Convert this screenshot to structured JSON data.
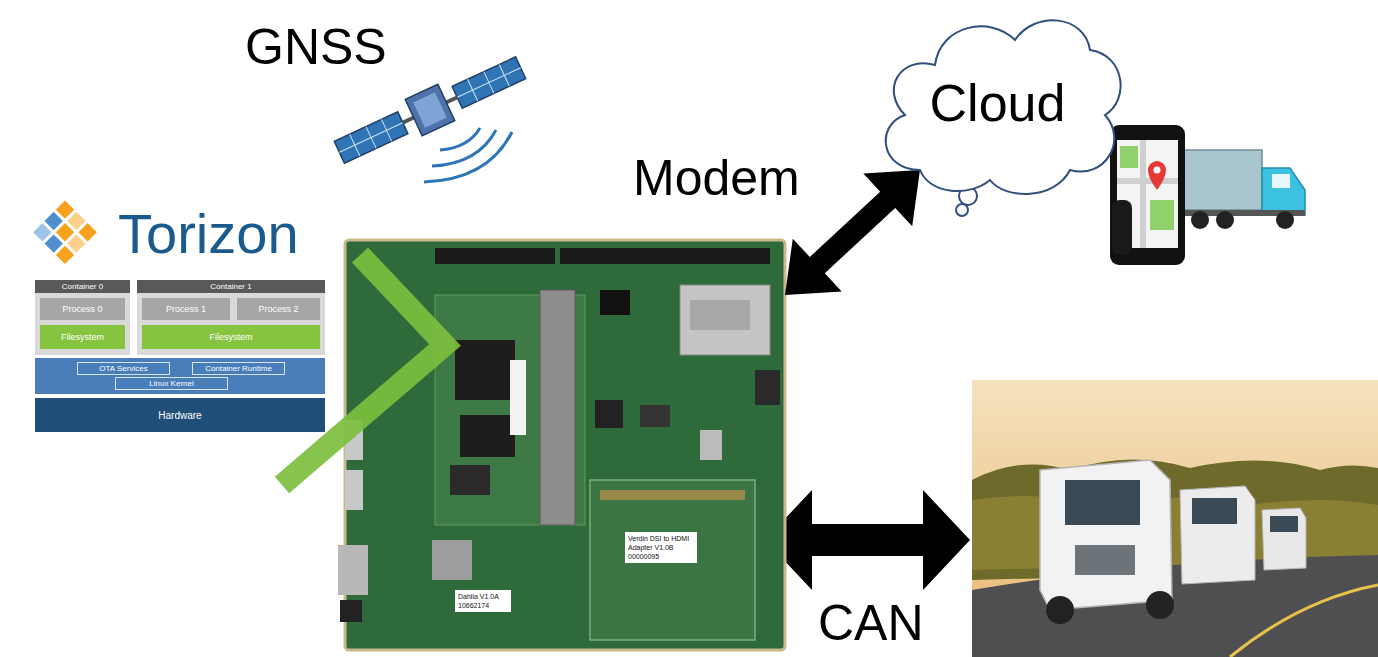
{
  "diagram": {
    "nodes": [
      {
        "text": [
          "Cloud"
        ]
      },
      {
        "text": [
          "Container 0"
        ]
      },
      {
        "text": [
          "Process 0"
        ],
        "in": 1
      },
      {
        "text": [
          "Filesystem"
        ],
        "in": 1
      },
      {
        "text": [
          "Container 1"
        ]
      },
      {
        "text": [
          "Process 1"
        ],
        "in": 4
      },
      {
        "text": [
          "Process 2"
        ],
        "in": 4
      },
      {
        "text": [
          "Filesystem"
        ],
        "in": 4
      },
      {
        "text": [
          "OTA Services"
        ]
      },
      {
        "text": [
          "Container Runtime"
        ]
      },
      {
        "text": [
          "Linux Kernel"
        ]
      },
      {
        "text": [
          "Hardware"
        ]
      },
      {
        "text": [
          "Verdin DSI to HDMI Adapter V1.0B 00000095",
          "Dahlia V1.0A 10662174"
        ]
      }
    ],
    "edges": [
      {
        "from": 12,
        "to": 0,
        "arrow": "both",
        "label": "Modem"
      }
    ],
    "labels": [
      "GNSS",
      "Torizon",
      "CAN"
    ]
  }
}
